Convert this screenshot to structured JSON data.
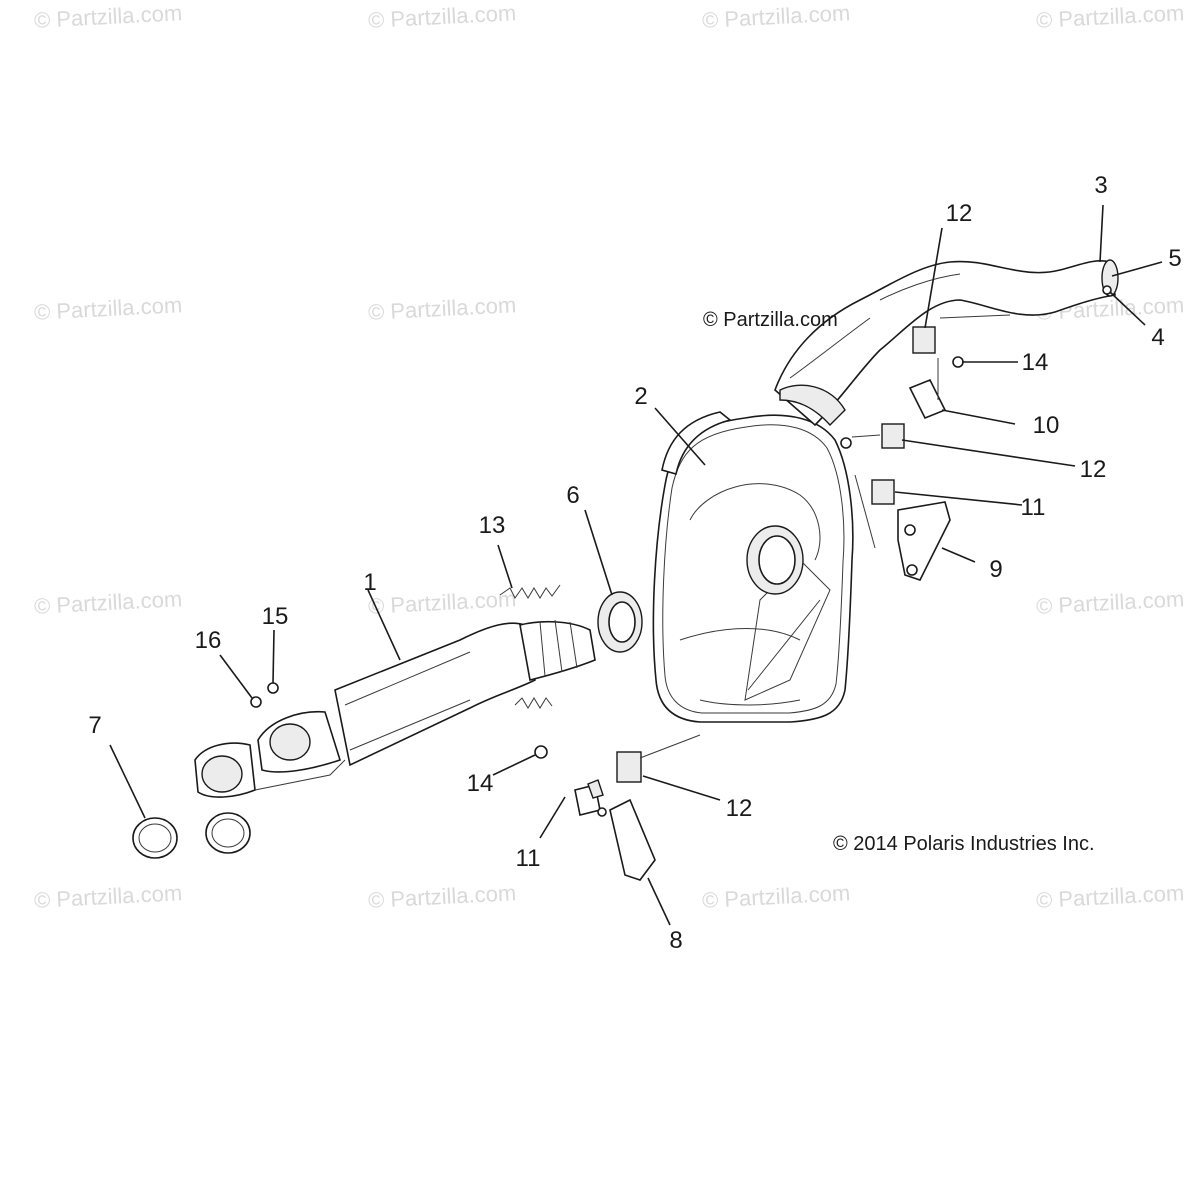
{
  "watermark": "© Partzilla.com",
  "copyright_main": "© Partzilla.com",
  "copyright_footer": "© 2014 Polaris Industries Inc.",
  "callouts": {
    "c1": "1",
    "c2": "2",
    "c3": "3",
    "c4": "4",
    "c5": "5",
    "c6": "6",
    "c7": "7",
    "c8": "8",
    "c9": "9",
    "c10": "10",
    "c11a": "11",
    "c11b": "11",
    "c12a": "12",
    "c12b": "12",
    "c12c": "12",
    "c13": "13",
    "c14a": "14",
    "c14b": "14",
    "c15": "15",
    "c16": "16"
  }
}
